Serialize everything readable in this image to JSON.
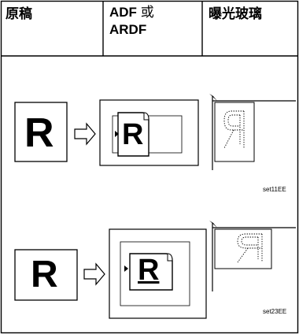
{
  "table": {
    "col1_header": "原稿",
    "col2_header_line1": "ADF",
    "col2_header_cjk": "或",
    "col2_header_line2": "ARDF",
    "col3_header": "曝光玻璃"
  },
  "rows": [
    {
      "original_letter": "R",
      "adf_letter": "R",
      "glass_letter": "R",
      "figure_code": "set11EE"
    },
    {
      "original_letter": "R",
      "adf_letter": "R",
      "glass_letter": "R",
      "figure_code": "set23EE"
    }
  ]
}
